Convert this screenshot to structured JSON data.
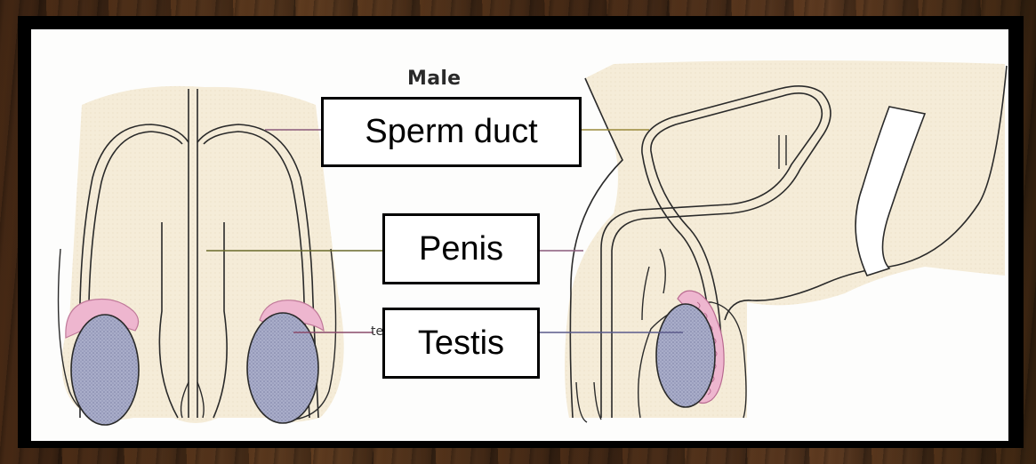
{
  "diagram": {
    "title": "Male",
    "stray_text": "te",
    "labels": {
      "sperm_duct": "Sperm duct",
      "penis": "Penis",
      "testis": "Testis"
    }
  },
  "colors": {
    "skin": "#f5ecd8",
    "testis": "#a9adc9",
    "epididymis": "#eeb6cf",
    "outline": "#2a2a2a",
    "leader_sperm": "#8a5a7a",
    "leader_penis": "#9a9a3a",
    "leader_testis": "#5a5a8a"
  }
}
